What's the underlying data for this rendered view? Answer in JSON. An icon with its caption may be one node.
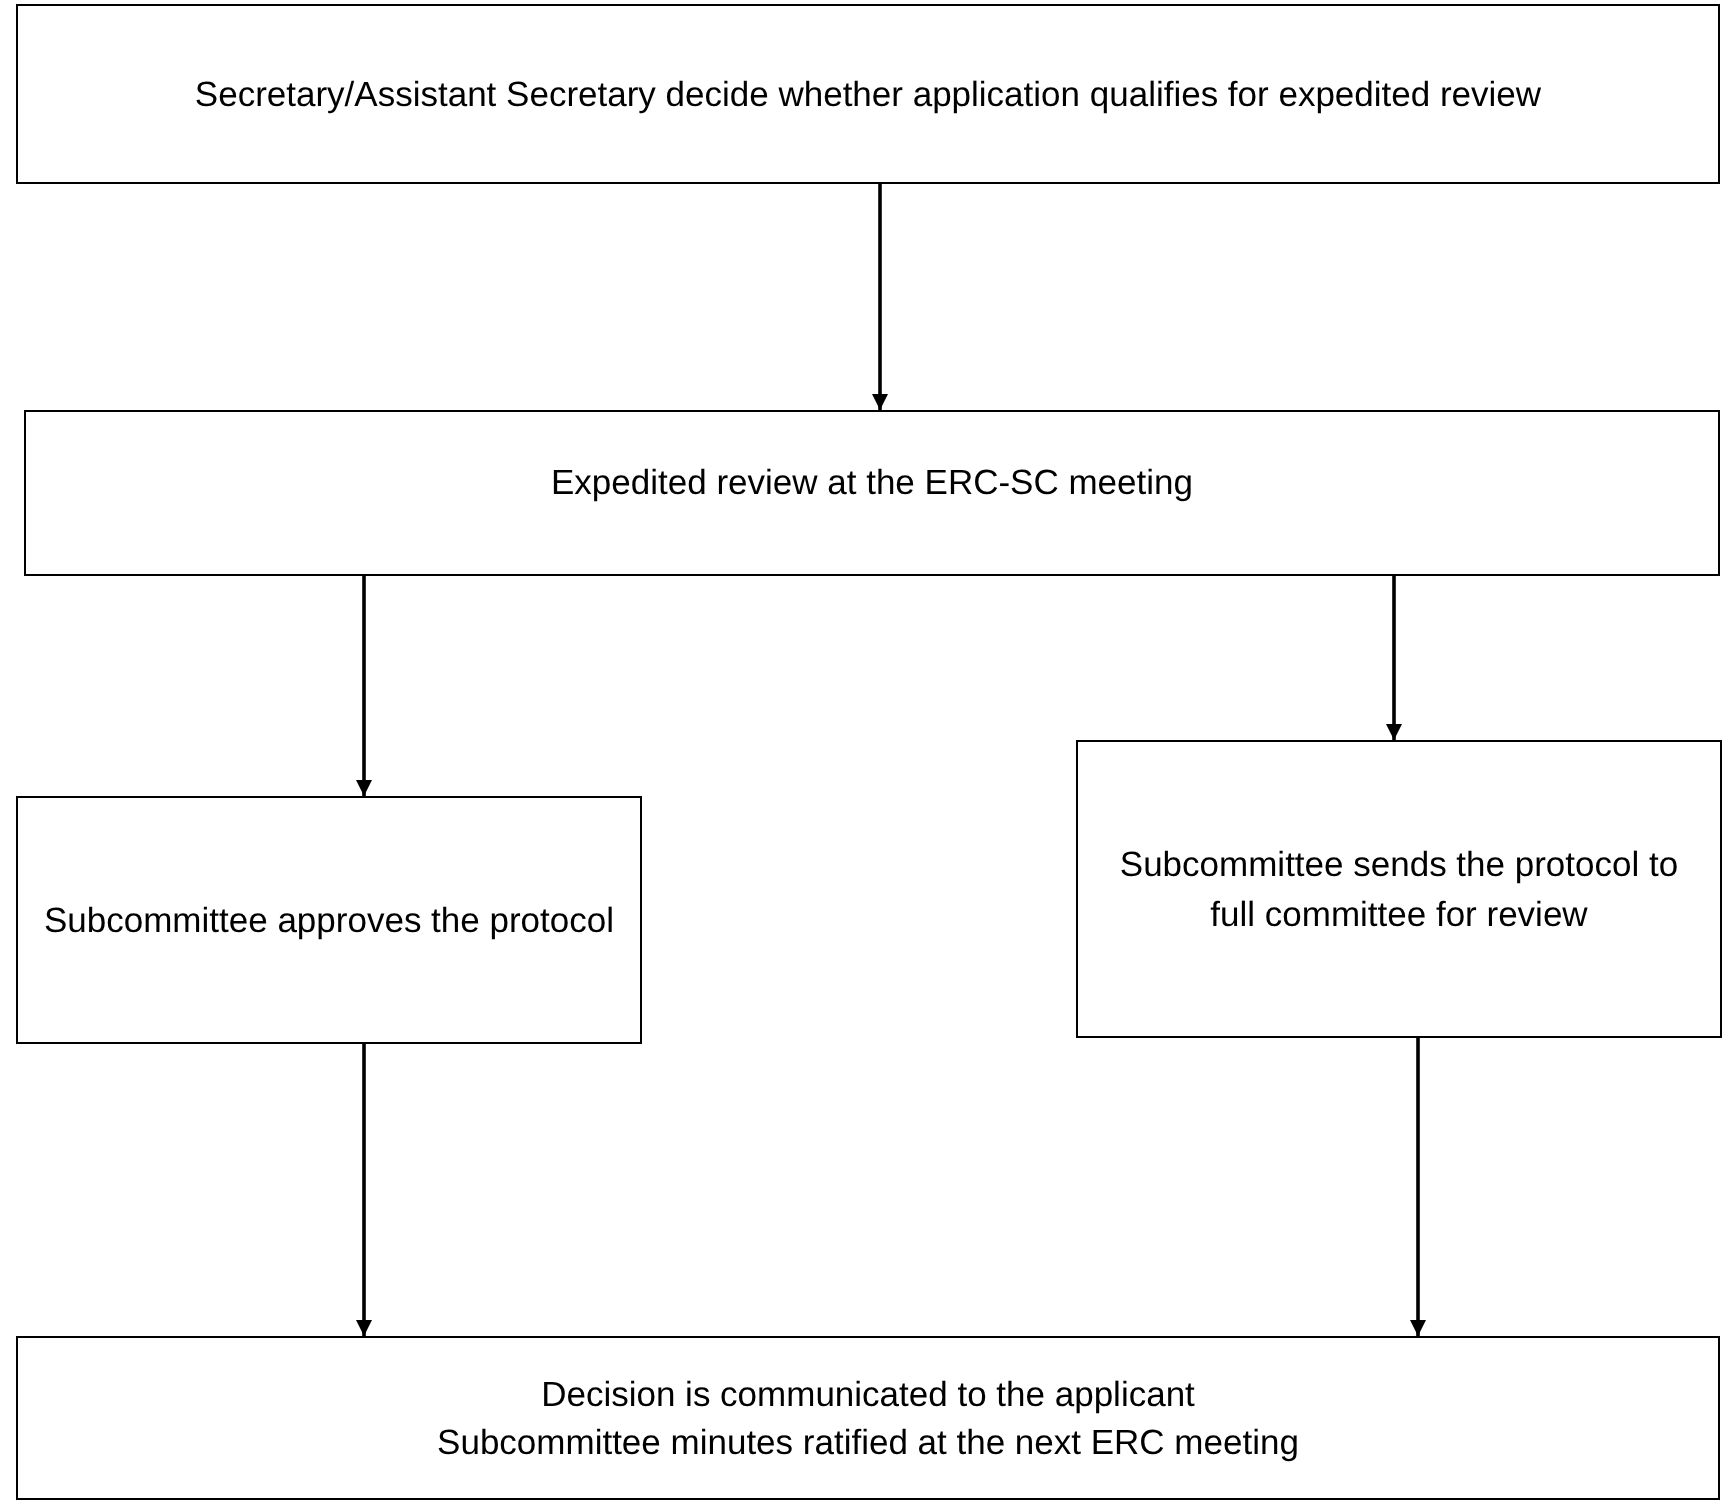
{
  "diagram": {
    "nodes": [
      {
        "text": [
          "Secretary/Assistant Secretary decide whether application qualifies for expedited review"
        ]
      },
      {
        "text": [
          "Expedited review at the ERC-SC meeting"
        ]
      },
      {
        "text": [
          "Subcommittee approves the protocol"
        ]
      },
      {
        "text": [
          "Subcommittee sends the protocol to full committee for review"
        ]
      },
      {
        "text": [
          "Decision is communicated to the applicant",
          "Subcommittee minutes ratified at the next ERC meeting"
        ]
      }
    ],
    "edges": [
      {
        "from": 0,
        "to": 1,
        "arrow": "to"
      },
      {
        "from": 1,
        "to": 2,
        "arrow": "to"
      },
      {
        "from": 1,
        "to": 3,
        "arrow": "to"
      },
      {
        "from": 2,
        "to": 4,
        "arrow": "to"
      },
      {
        "from": 3,
        "to": 4,
        "arrow": "to"
      }
    ]
  }
}
